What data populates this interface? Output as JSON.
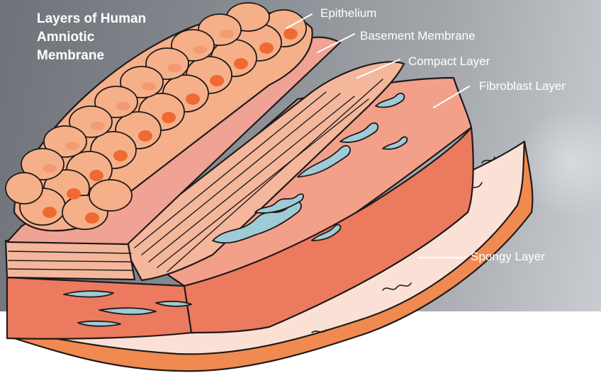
{
  "title": {
    "line1": "Layers of Human",
    "line2": "Amniotic",
    "line3": "Membrane"
  },
  "labels": {
    "epithelium": "Epithelium",
    "basement_membrane": "Basement Membrane",
    "compact_layer": "Compact Layer",
    "fibroblast_layer": "Fibroblast Layer",
    "spongy_layer": "Spongy Layer"
  },
  "colors": {
    "outline": "#1e1a1a",
    "cell_fill": "#f5b08a",
    "cell_spot": "#f39a72",
    "nucleus": "#ee6a32",
    "basement": "#f0a294",
    "compact": "#f4b79c",
    "fibroblast_top": "#f3a08a",
    "fibroblast_front": "#ec7a5e",
    "vessel": "#9ecbd6",
    "spongy": "#fbe1d5",
    "bottom_edge": "#f08a50",
    "background": "#868a90"
  }
}
